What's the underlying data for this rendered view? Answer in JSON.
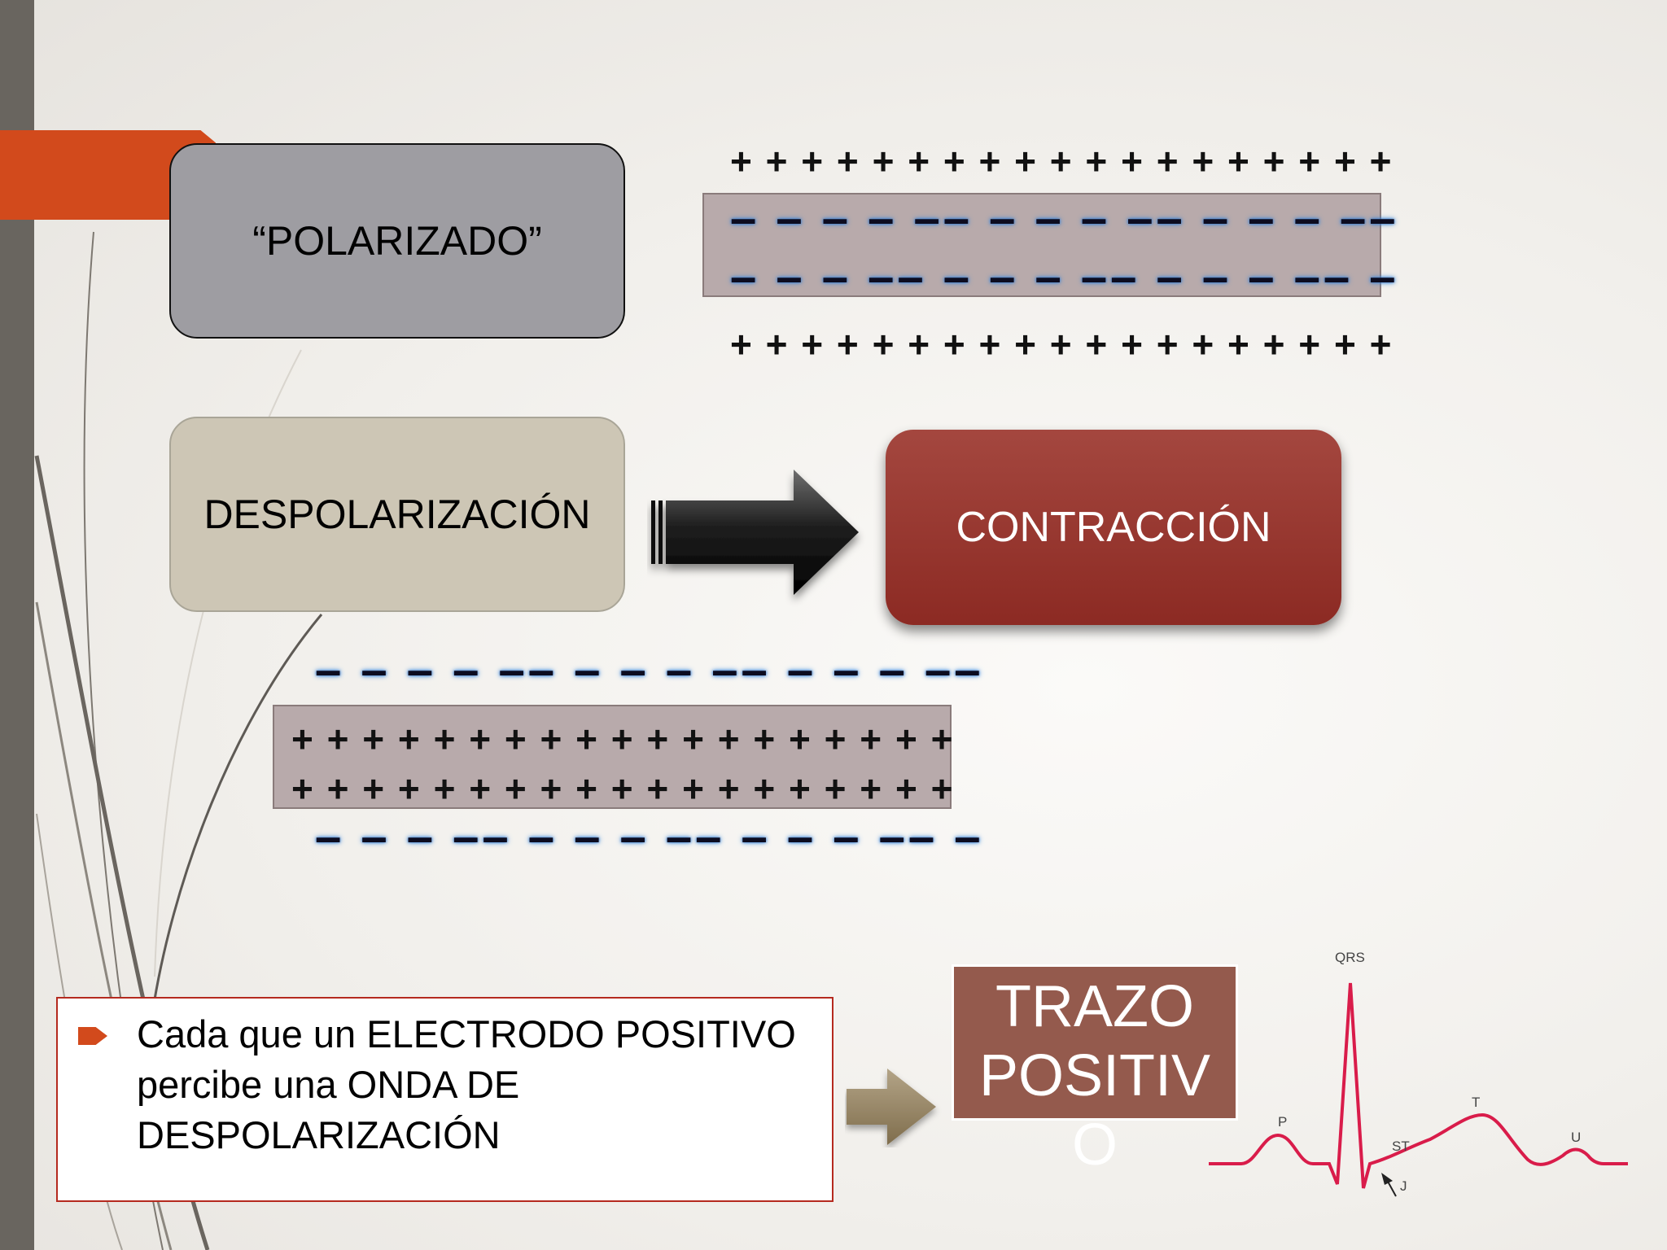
{
  "labels": {
    "polarizado": "“POLARIZADO”",
    "despolarizacion": "DESPOLARIZACIÓN",
    "contraccion": "CONTRACCIÓN"
  },
  "charges": {
    "top_outer": "+ + + + + + + + + + + + + + + + + + +",
    "top_inner_1": "– – – – –– – – – –– – – – ––",
    "top_inner_2": "– – – –– – – – –– – – – –– –",
    "top_outer_2": "+ + + + + + + + + + + + + + + + + + +",
    "bottom_outer": "– – – – –– – – – –– – – – ––",
    "bottom_inner_1": "+ + + + + + + + + + + + + + + + + + +",
    "bottom_inner_2": "+ + + + + + + + + + + + + + + + + + +",
    "bottom_outer_2": "– – – –– – – – –– – – – –– –"
  },
  "note": {
    "text": "Cada que un ELECTRODO POSITIVO percibe una ONDA DE DESPOLARIZACIÓN",
    "bullet_icon": "arrow-bullet-icon"
  },
  "trazo": {
    "line1": "TRAZO",
    "line2": "POSITIV",
    "line3": "O"
  },
  "ecg": {
    "labels": {
      "qrs": "QRS",
      "p": "P",
      "st": "ST",
      "t": "T",
      "u": "U",
      "j": "J"
    },
    "color": "#d91c4a"
  },
  "colors": {
    "accent_orange": "#d24a1c",
    "contraccion_red": "#8c2a23",
    "trazo_brown": "#945a4d",
    "membrane": "#b8aaab"
  }
}
